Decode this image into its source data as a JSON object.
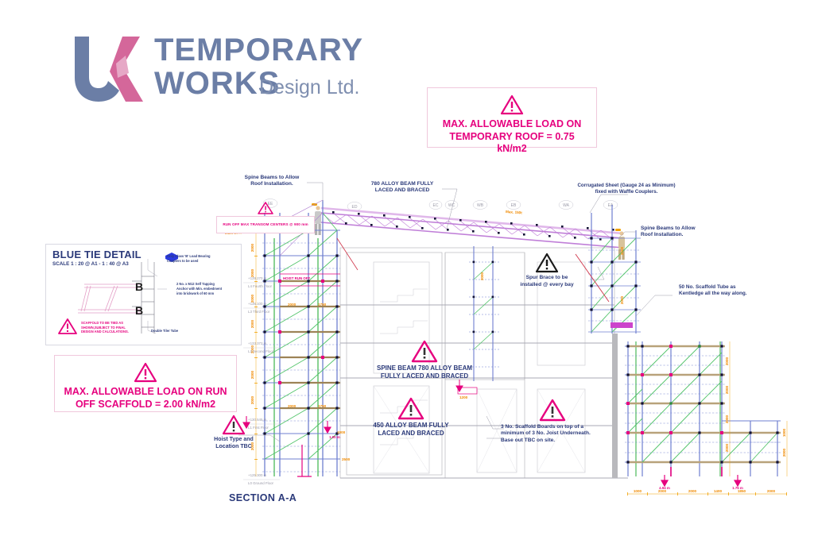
{
  "document": {
    "section_title": "SECTION A-A",
    "sheet_background": "#ffffff"
  },
  "logo": {
    "mark_u": "U",
    "mark_k": "K",
    "line1": "TEMPORARY",
    "line2": "WORKS",
    "suffix": "Design Ltd.",
    "color_blue": "#6b7ea6",
    "color_pink": "#d4679a"
  },
  "warnings": {
    "roof_load": {
      "icon": "warning-triangle-icon",
      "line1": "MAX. ALLOWABLE LOAD ON",
      "line2": "TEMPORARY ROOF = 0.75 kN/m2",
      "color": "#e6007e"
    },
    "runoff_scaffold_load": {
      "icon": "warning-triangle-icon",
      "line1": "MAX. ALLOWABLE LOAD ON RUN",
      "line2": "OFF SCAFFOLD = 2.00 kN/m2",
      "color": "#e6007e"
    },
    "transom_centers": {
      "icon": "warning-triangle-icon",
      "text": "RUN OFF MAX TRANSOM CENTERS @ 900 mm",
      "color": "#e6007e"
    }
  },
  "tie_detail": {
    "title": "BLUE TIE DETAIL",
    "scale": "SCALE 1 : 20 @ A1 - 1 : 40 @ A3",
    "note_couplers_line1": "Only Class 'B' Load Bearing",
    "note_couplers_line2": "Couplers to be used",
    "note_anchor_line1": "2 No. x M12 Self Tapping",
    "note_anchor_line2": "Anchor with Min. embedment",
    "note_anchor_line3": "into brickwork of 60 mm",
    "note_tube": "Double Tiler Tube",
    "warning_line1": "SCAFFOLD TO BE TIED AS",
    "warning_line2": "SHOWN,SUBJECT TO FINAL",
    "warning_line3": "DESIGN AND CALCULATIONS.",
    "icon": "warning-triangle-icon"
  },
  "annotations": {
    "spine_beams_left": {
      "line1": "Spine Beams to Allow",
      "line2": "Roof Installation."
    },
    "alloy_beam_780": {
      "line1": "780 ALLOY BEAM FULLY",
      "line2": "LACED AND BRACED"
    },
    "corrugated_sheet": {
      "line1": "Corrugated Sheet (Gauge 24 as Minimum)",
      "line2": "fixed with Waffle Couplers."
    },
    "spine_beams_right": {
      "line1": "Spine Beams to Allow",
      "line2": "Roof Installation."
    },
    "kentledge": {
      "line1": "50 No. Scaffold Tube as",
      "line2": "Kentledge all the way along."
    },
    "spur_brace": {
      "icon": "warning-triangle-icon",
      "line1": "Spur Brace to be",
      "line2": "installed @ every bay"
    },
    "spine_beam_780_callout": {
      "icon": "warning-triangle-icon",
      "line1": "SPINE BEAM 780 ALLOY BEAM",
      "line2": "FULLY LACED AND BRACED"
    },
    "alloy_beam_450_callout": {
      "icon": "warning-triangle-icon",
      "line1": "450 ALLOY BEAM FULLY",
      "line2": "LACED AND BRACED"
    },
    "scaffold_boards": {
      "icon": "warning-triangle-icon",
      "line1": "3 No. Scaffold Boards on top of a",
      "line2": "minimum of 3 No. Joist Underneath.",
      "line3": "Base out TBC on site."
    },
    "hoist": {
      "icon": "warning-triangle-icon",
      "line1": "Hoist Type and",
      "line2": "Location TBC"
    },
    "hoist_runoff_label": "HOIST RUN OFF"
  },
  "grid_bubbles": [
    "ED",
    "EE",
    "ED",
    "EC",
    "WC",
    "WB",
    "EB",
    "WA",
    "EA"
  ],
  "levels": [
    {
      "elev": "+139.270 m",
      "name": "L4 Fourth Floor"
    },
    {
      "elev": "+136.100 m",
      "name": "L3 Third Floor"
    },
    {
      "elev": "+133.372 m",
      "name": "L2 Second Floor"
    },
    {
      "elev": "+130.545 m",
      "name": "L1 First Floor"
    },
    {
      "elev": "+125.300 m",
      "name": "L0 Ground Floor"
    }
  ],
  "dimensions": {
    "bottom_run": [
      "1000",
      "2000",
      "2000",
      "1400",
      "1850",
      "2000"
    ],
    "bay_widths": [
      "2000",
      "1750",
      "2000",
      "1750"
    ],
    "vertical_lifts": [
      "2000",
      "2000",
      "2000",
      "2000",
      "2000",
      "2000",
      "2000"
    ],
    "right_lifts": [
      "2000",
      "2000",
      "2000",
      "2000",
      "2000"
    ],
    "roof_notes": [
      "Max. 200t",
      "Max. 150t"
    ],
    "level_markers": [
      "4.94 m",
      "1.75 m",
      "1.00 m"
    ]
  },
  "colors": {
    "standard_blue": "#6f7fd0",
    "ledger_tan": "#b89b6a",
    "brace_green": "#52c46a",
    "node_pink": "#e6007e",
    "truss_purple": "#c07fd8",
    "dim_orange": "#f08a00",
    "text_navy": "#2b3a7a",
    "grey_wall": "#b9b9bd"
  }
}
